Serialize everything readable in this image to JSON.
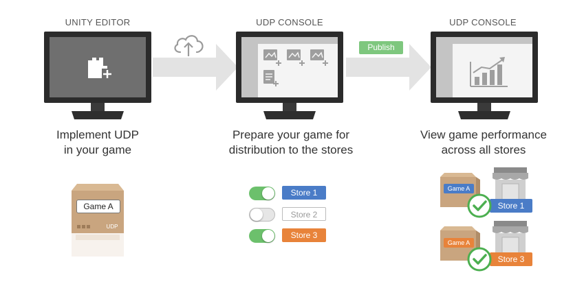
{
  "columns": [
    {
      "header": "UNITY EDITOR",
      "caption_line1": "Implement UDP",
      "caption_line2": "in your game"
    },
    {
      "header": "UDP CONSOLE",
      "caption_line1": "Prepare your game for",
      "caption_line2": "distribution to the stores"
    },
    {
      "header": "UDP CONSOLE",
      "caption_line1": "View game performance",
      "caption_line2": "across all stores"
    }
  ],
  "publish_label": "Publish",
  "game_box": {
    "label": "Game A",
    "udp_mark": "UDP"
  },
  "toggles": [
    {
      "label": "Store 1",
      "on": true,
      "color": "#4a7cc7"
    },
    {
      "label": "Store 2",
      "on": false,
      "color": "#bbbbbb"
    },
    {
      "label": "Store 3",
      "on": true,
      "color": "#e8833a"
    }
  ],
  "distributed": [
    {
      "box_label": "Game A",
      "store_label": "Store 1",
      "color": "#4a7cc7"
    },
    {
      "box_label": "Game A",
      "store_label": "Store 3",
      "color": "#e8833a"
    }
  ],
  "colors": {
    "toggle_on": "#6cc06c",
    "check": "#4caf50",
    "box": "#c9a57f",
    "monitor": "#2b2b2b"
  }
}
